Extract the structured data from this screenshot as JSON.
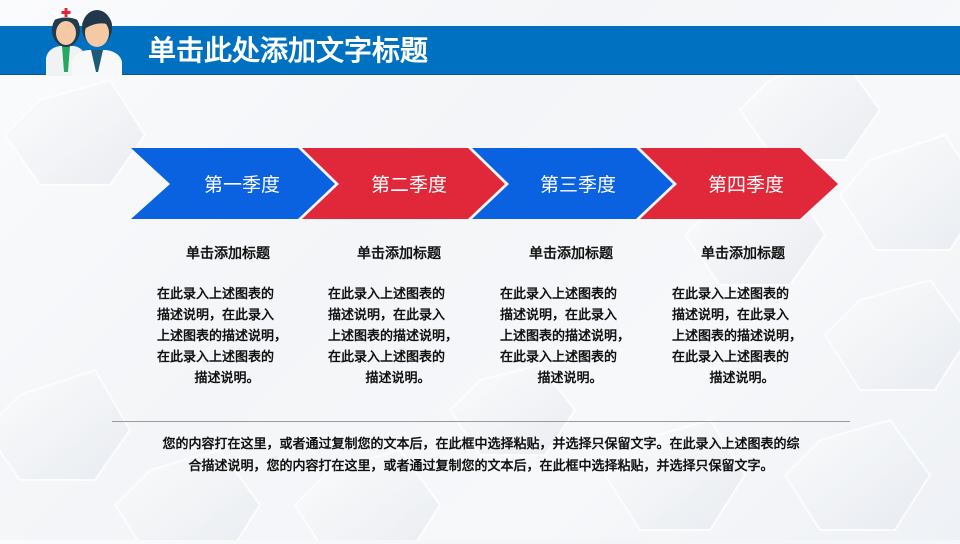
{
  "header": {
    "title": "单击此处添加文字标题",
    "bar_color": "#0070c0",
    "icon": "doctor-nurse-avatars-icon"
  },
  "timeline": {
    "colors": {
      "blue": "#0a62e0",
      "red": "#e0283a"
    },
    "steps": [
      {
        "label": "第一季度",
        "color": "blue"
      },
      {
        "label": "第二季度",
        "color": "red"
      },
      {
        "label": "第三季度",
        "color": "blue"
      },
      {
        "label": "第四季度",
        "color": "red"
      }
    ]
  },
  "columns": [
    {
      "heading": "单击添加标题",
      "lines": [
        "在此录入上述图表的",
        "描述说明，在此录入",
        "上述图表的描述说明，",
        "在此录入上述图表的",
        "描述说明。"
      ]
    },
    {
      "heading": "单击添加标题",
      "lines": [
        "在此录入上述图表的",
        "描述说明，在此录入",
        "上述图表的描述说明，",
        "在此录入上述图表的",
        "描述说明。"
      ]
    },
    {
      "heading": "单击添加标题",
      "lines": [
        "在此录入上述图表的",
        "描述说明，在此录入",
        "上述图表的描述说明，",
        "在此录入上述图表的",
        "描述说明。"
      ]
    },
    {
      "heading": "单击添加标题",
      "lines": [
        "在此录入上述图表的",
        "描述说明，在此录入",
        "上述图表的描述说明，",
        "在此录入上述图表的",
        "描述说明。"
      ]
    }
  ],
  "summary": {
    "line1": "您的内容打在这里，或者通过复制您的文本后，在此框中选择粘贴，并选择只保留文字。在此录入上述图表的综",
    "line2": "合描述说明，您的内容打在这里，或者通过复制您的文本后，在此框中选择粘贴，并选择只保留文字。"
  }
}
